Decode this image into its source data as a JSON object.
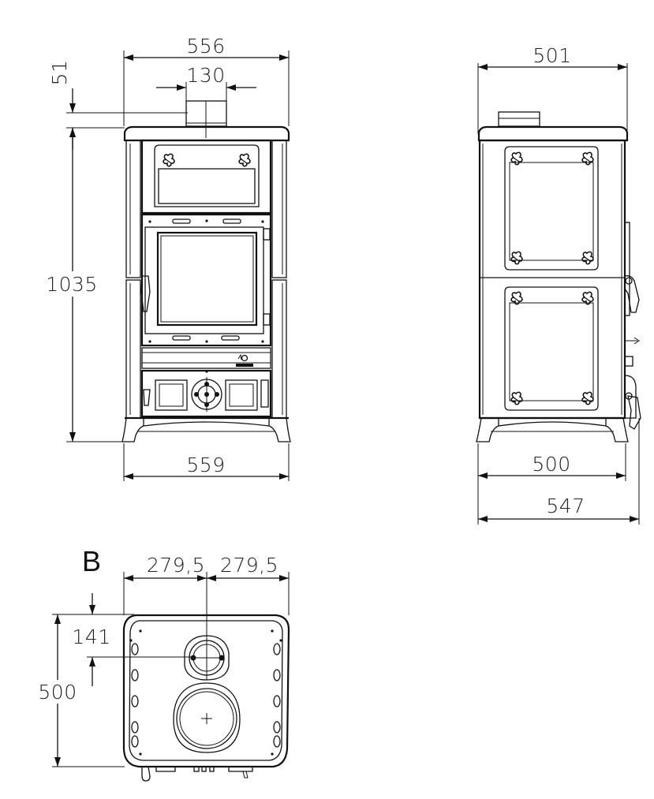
{
  "front_view": {
    "width_top": "556",
    "flue_width": "130",
    "flue_height": "51",
    "height": "1035",
    "width_base": "559"
  },
  "side_view": {
    "width_top": "501",
    "width_body": "500",
    "width_total": "547"
  },
  "top_view": {
    "label": "B",
    "half_left": "279,5",
    "half_right": "279,5",
    "flue_offset": "141",
    "depth": "500"
  },
  "colors": {
    "line": "#111111",
    "background": "#ffffff"
  }
}
